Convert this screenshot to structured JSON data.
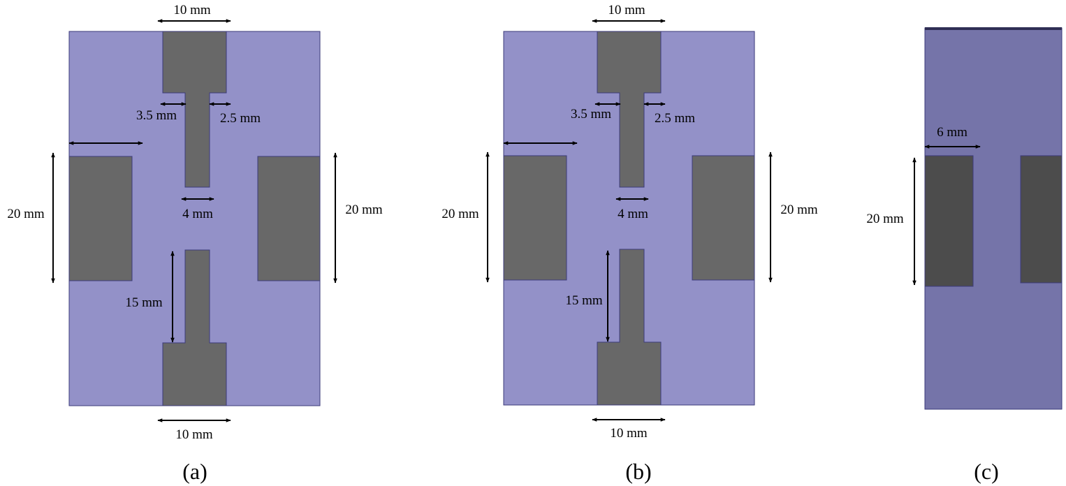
{
  "colors": {
    "substrate": "#9391c8",
    "substrate_c": "#7574a9",
    "patch": "#686868",
    "patch_c": "#4c4c4c",
    "outline": "#3b3a7a",
    "text": "#000000"
  },
  "panels": {
    "a": {
      "caption": "(a)",
      "labels": {
        "top_width": "10 mm",
        "left_step": "3.5 mm",
        "right_step": "2.5 mm",
        "gap": "4 mm",
        "left_height": "20 mm",
        "right_height": "20 mm",
        "feed_length": "15 mm",
        "bottom_width": "10 mm"
      }
    },
    "b": {
      "caption": "(b)",
      "labels": {
        "top_width": "10 mm",
        "left_step": "3.5 mm",
        "right_step": "2.5 mm",
        "gap": "4 mm",
        "left_height": "20 mm",
        "right_height": "20 mm",
        "feed_length": "15 mm",
        "bottom_width": "10 mm"
      }
    },
    "c": {
      "caption": "(c)",
      "labels": {
        "patch_width": "6 mm",
        "patch_height": "20 mm"
      }
    }
  }
}
